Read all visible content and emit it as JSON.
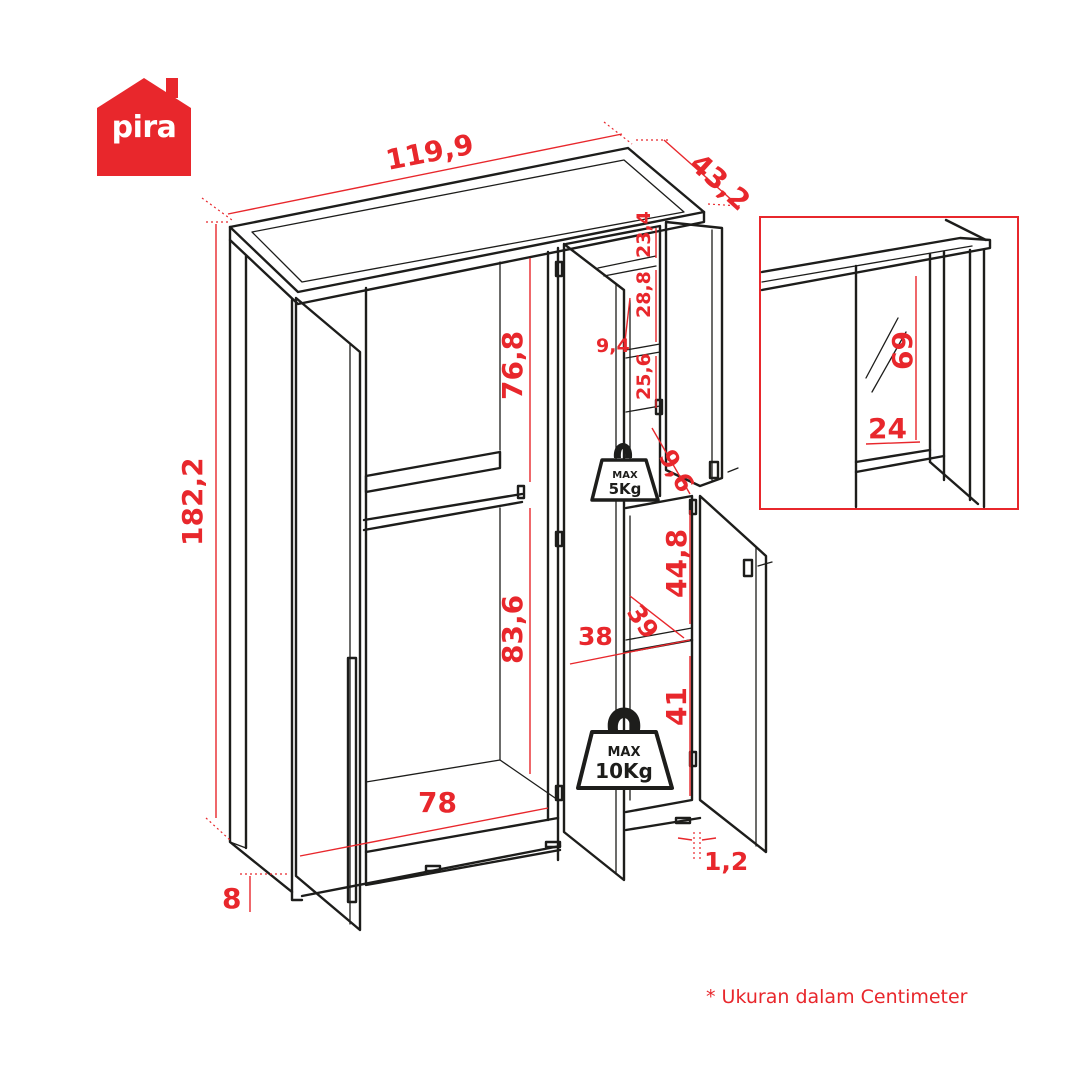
{
  "brand": {
    "logo_text": "pira",
    "logo_color": "#e8272c"
  },
  "dimensions": {
    "width": "119,9",
    "depth": "43,2",
    "height": "182,2",
    "plinth": "8",
    "left_upper_height": "76,8",
    "left_lower_height": "83,6",
    "left_inner_width": "78",
    "right_top_shelf": "23,4",
    "right_shelf_2": "28,8",
    "right_shelf_3": "25,6",
    "right_shelf_depth": "9,4",
    "right_bottom_top": "9,6",
    "right_lower_upper": "44,8",
    "right_inner_width": "38",
    "right_inner_depth": "39",
    "right_lower_bottom": "41",
    "door_thickness": "1,2",
    "mirror_height": "69",
    "mirror_width": "24"
  },
  "weights": {
    "upper": {
      "max_label": "MAX",
      "value": "5Kg"
    },
    "lower": {
      "max_label": "MAX",
      "value": "10Kg"
    }
  },
  "note": "* Ukuran dalam Centimeter"
}
